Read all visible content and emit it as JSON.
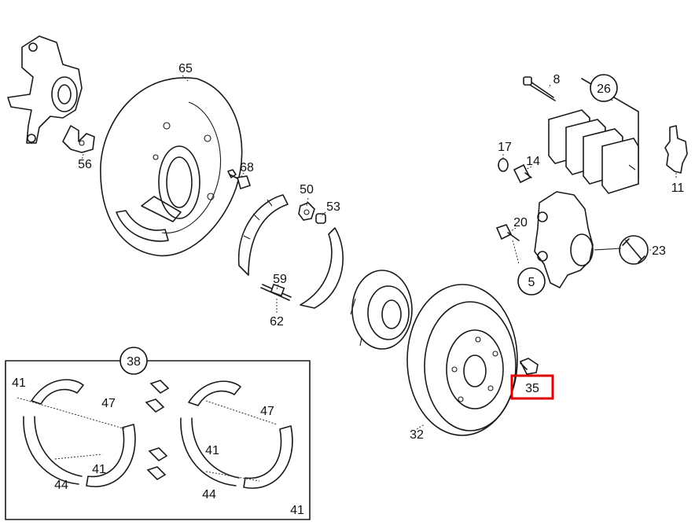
{
  "colors": {
    "line": "#1a1a1a",
    "highlight": "#e00000",
    "background": "#ffffff"
  },
  "labels": {
    "p65": "65",
    "p56": "56",
    "p68": "68",
    "p50": "50",
    "p53": "53",
    "p59": "59",
    "p62": "62",
    "p8": "8",
    "p26": "26",
    "p17": "17",
    "p14": "14",
    "p11": "11",
    "p20": "20",
    "p23": "23",
    "p5": "5",
    "p35": "35",
    "p32": "32",
    "p38": "38",
    "p41a": "41",
    "p47a": "47",
    "p41b": "41",
    "p44a": "44",
    "p47b": "47",
    "p41c": "41",
    "p44b": "44",
    "p41d": "41"
  },
  "highlighted_part": "35"
}
